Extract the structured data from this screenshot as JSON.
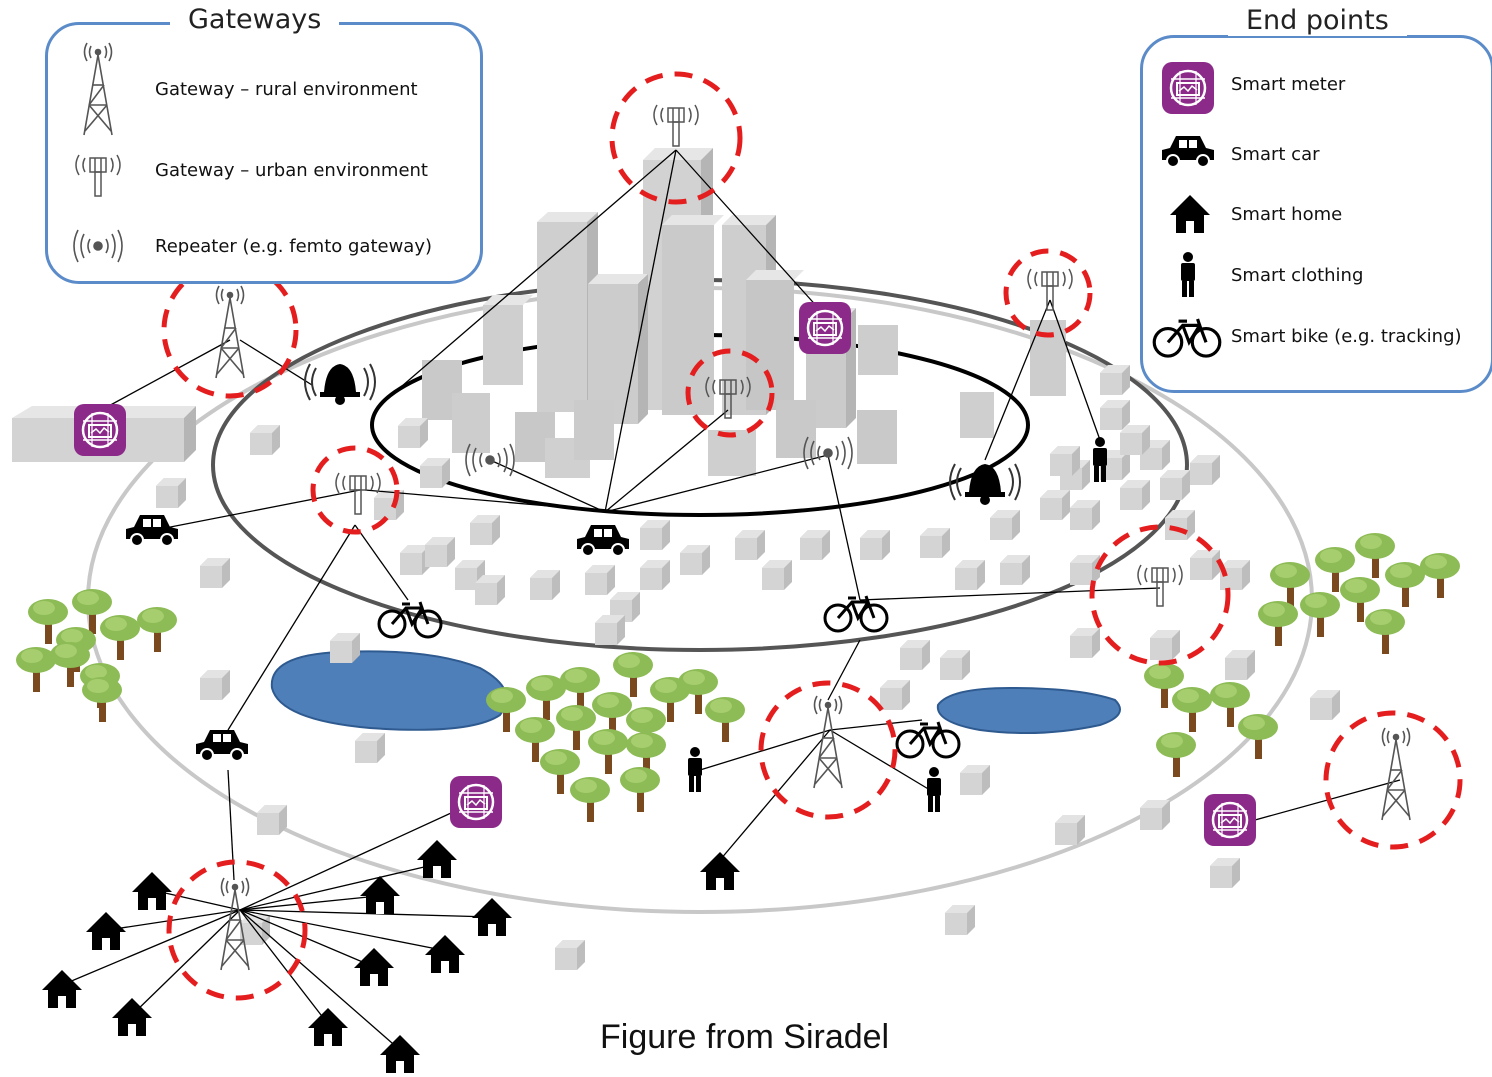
{
  "gateways_legend": {
    "title": "Gateways",
    "items": [
      {
        "label": "Gateway – rural environment",
        "icon": "rural-gateway-tower-icon"
      },
      {
        "label": "Gateway – urban environment",
        "icon": "urban-gateway-antenna-icon"
      },
      {
        "label": "Repeater  (e.g. femto  gateway)",
        "icon": "repeater-icon"
      }
    ]
  },
  "endpoints_legend": {
    "title": "End points",
    "items": [
      {
        "label": "Smart meter",
        "icon": "smart-meter-icon"
      },
      {
        "label": "Smart car",
        "icon": "car-icon"
      },
      {
        "label": "Smart home",
        "icon": "house-icon"
      },
      {
        "label": "Smart clothing",
        "icon": "person-icon"
      },
      {
        "label": "Smart bike (e.g. tracking)",
        "icon": "bike-icon"
      }
    ]
  },
  "caption": "Figure from Siradel",
  "colors": {
    "legend_border": "#5b8cc9",
    "highlight_circle": "#e41e1e",
    "smart_meter": "#8c2a8a",
    "lake": "#4f7fb8",
    "tree_foliage": "#8dbb55",
    "tree_trunk": "#7a4a1e",
    "building": "#c9c9c9"
  }
}
